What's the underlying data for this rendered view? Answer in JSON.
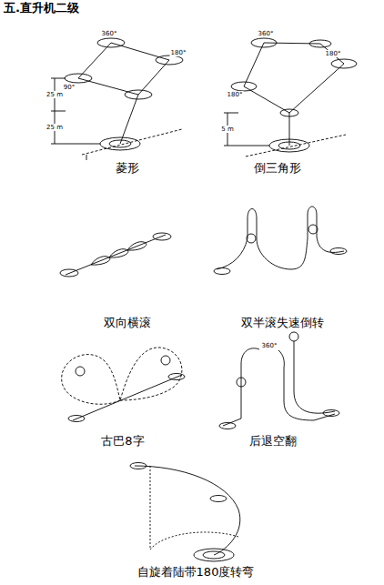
{
  "diagram": {
    "title": "五.直升机二级",
    "labels": [
      "菱形",
      "倒三角形",
      "双向横滚",
      "双半滚失速倒转",
      "古巴8字",
      "后退空翻",
      "自旋着陆带180度转弯",
      "360°",
      "180°",
      "90°",
      "25 m",
      "25 m",
      "360°",
      "180°",
      "180°",
      "5 m",
      "360°"
    ]
  }
}
